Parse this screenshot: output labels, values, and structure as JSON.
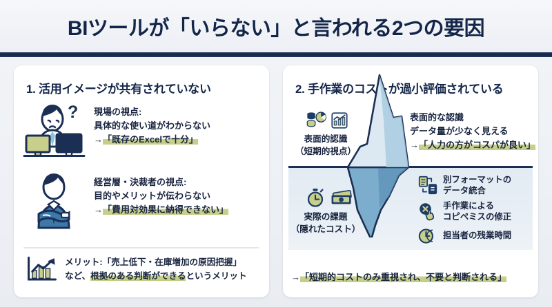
{
  "title": "BIツールが「いらない」と言われる2つの要因",
  "colors": {
    "navy": "#13264a",
    "ink": "#18243f",
    "highlight": "#c9d28c",
    "olive": "#c7cf8a",
    "ice_top": "#dbe9f2",
    "ice_body": "#78a8c9",
    "ice_body_dark": "#5e93b8",
    "water": "#e7eff5",
    "card_bg": "#ffffff",
    "page_bg": "#eef1f5"
  },
  "left_panel": {
    "heading": "1. 活用イメージが共有されていない",
    "blocks": [
      {
        "icon": "worried-person-at-computer-icon",
        "label": "現場の視点:",
        "detail": "具体的な使い道がわからない",
        "quote_arrow": "→",
        "quote_open": "「",
        "quote": "既存のExcelで十分",
        "quote_close": "」"
      },
      {
        "icon": "businessman-arms-crossed-icon",
        "label": "経営層・決裁者の視点:",
        "detail": "目的やメリットが伝わらない",
        "quote_arrow": "→",
        "quote_open": "「",
        "quote": "費用対効果に納得できない",
        "quote_close": "」"
      }
    ],
    "merit": {
      "icon": "growth-bar-chart-icon",
      "line1": "メリット:「売上低下・在庫増加の原因把握」",
      "line2_pre": "など、",
      "line2_hl": "根拠のある判断ができる",
      "line2_post": "というメリット"
    }
  },
  "right_panel": {
    "heading": "2. 手作業のコストが過小評価されている",
    "surface": {
      "icons": [
        "database-piechart-icon",
        "bar-line-chart-icon"
      ],
      "label_line1": "表面的認識",
      "label_line2": "（短期的視点）",
      "note_line1": "表面的な認識",
      "note_line2": "データ量が少なく見える",
      "note_arrow": "→",
      "note_quote_open": "「",
      "note_quote": "人力の方がコスパが良い",
      "note_quote_close": "」"
    },
    "hidden": {
      "icons": [
        "stopwatch-icon",
        "money-cash-icon"
      ],
      "label_line1": "実際の課題",
      "label_line2": "（隠れたコスト）"
    },
    "cost_items": [
      {
        "icon": "document-transfer-icon",
        "line1": "別フォーマットの",
        "line2": "データ統合"
      },
      {
        "icon": "error-hand-click-icon",
        "line1": "手作業による",
        "line2": "コピペミスの修正"
      },
      {
        "icon": "clock-moon-overtime-icon",
        "line1": "担当者の残業時間",
        "line2": ""
      }
    ],
    "conclusion_arrow": "→",
    "conclusion_open": "「",
    "conclusion": "短期的コストのみ重視され、不要と判断される",
    "conclusion_close": "」"
  }
}
